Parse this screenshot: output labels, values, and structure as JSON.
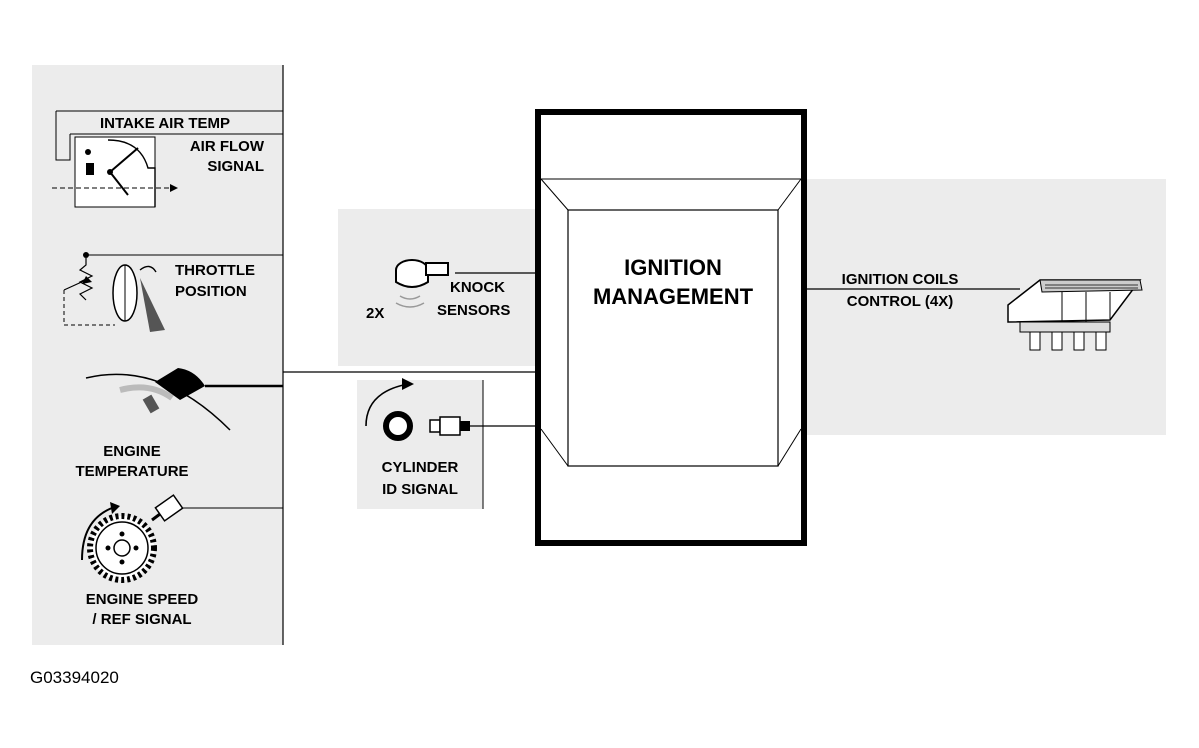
{
  "inputs": {
    "intake_air_temp": "INTAKE AIR TEMP",
    "air_flow_line1": "AIR FLOW",
    "air_flow_line2": "SIGNAL",
    "throttle_line1": "THROTTLE",
    "throttle_line2": "POSITION",
    "engine_temp_line1": "ENGINE",
    "engine_temp_line2": "TEMPERATURE",
    "engine_speed_line1": "ENGINE SPEED",
    "engine_speed_line2": "/ REF SIGNAL"
  },
  "knock": {
    "count": "2X",
    "line1": "KNOCK",
    "line2": "SENSORS"
  },
  "cylinder": {
    "line1": "CYLINDER",
    "line2": "ID SIGNAL"
  },
  "module": {
    "line1": "IGNITION",
    "line2": "MANAGEMENT"
  },
  "output": {
    "line1": "IGNITION COILS",
    "line2": "CONTROL (4X)"
  },
  "figure_id": "G03394020"
}
